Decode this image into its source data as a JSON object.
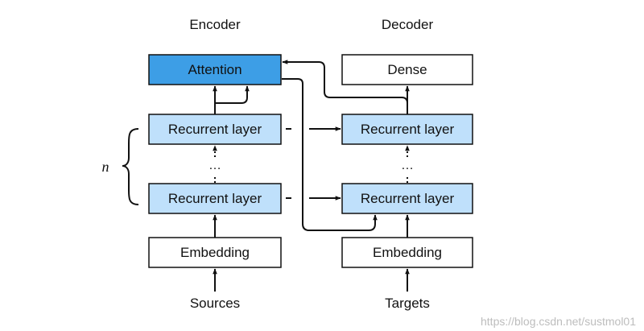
{
  "encoder": {
    "title": "Encoder",
    "attention": "Attention",
    "recurrent_top": "Recurrent layer",
    "recurrent_bottom": "Recurrent layer",
    "embedding": "Embedding",
    "input": "Sources"
  },
  "decoder": {
    "title": "Decoder",
    "dense": "Dense",
    "recurrent_top": "Recurrent layer",
    "recurrent_bottom": "Recurrent layer",
    "embedding": "Embedding",
    "input": "Targets"
  },
  "repeat_label": "n",
  "ellipsis": "…",
  "watermark": "https://blog.csdn.net/sustmol01",
  "colors": {
    "attention_fill": "#3d9ee6",
    "recurrent_fill": "#bfe0fb",
    "box_stroke": "#111111"
  }
}
